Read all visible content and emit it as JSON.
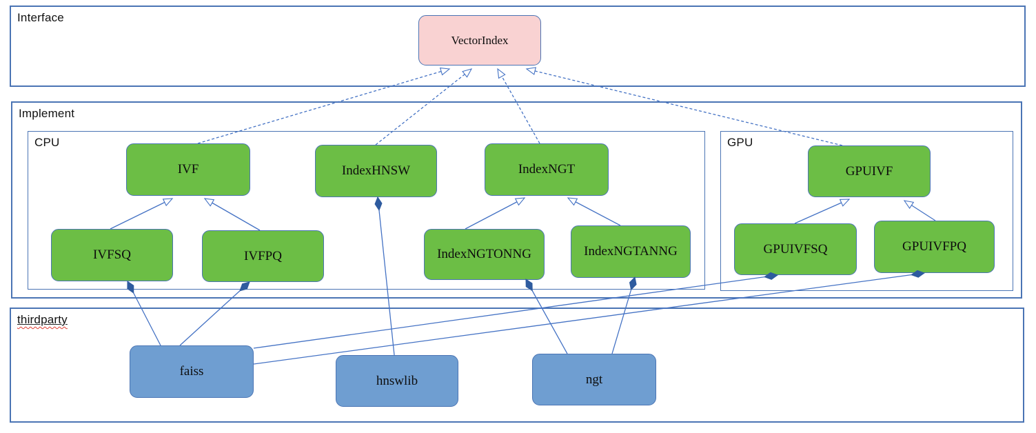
{
  "diagram": {
    "containers": {
      "interface": {
        "label": "Interface"
      },
      "implement": {
        "label": "Implement"
      },
      "cpu": {
        "label": "CPU"
      },
      "gpu": {
        "label": "GPU"
      },
      "thirdparty": {
        "label": "thirdparty"
      }
    },
    "nodes": {
      "vectorindex": {
        "label": "VectorIndex",
        "fill": "#f9d2d2"
      },
      "ivf": {
        "label": "IVF",
        "fill": "#6cbe45"
      },
      "indexhnsw": {
        "label": "IndexHNSW",
        "fill": "#6cbe45"
      },
      "indexngt": {
        "label": "IndexNGT",
        "fill": "#6cbe45"
      },
      "gpuivf": {
        "label": "GPUIVF",
        "fill": "#6cbe45"
      },
      "ivfsq": {
        "label": "IVFSQ",
        "fill": "#6cbe45"
      },
      "ivfpq": {
        "label": "IVFPQ",
        "fill": "#6cbe45"
      },
      "indexngtonng": {
        "label": "IndexNGTONNG",
        "fill": "#6cbe45"
      },
      "indexngtanng": {
        "label": "IndexNGTANNG",
        "fill": "#6cbe45"
      },
      "gpuivfsq": {
        "label": "GPUIVFSQ",
        "fill": "#6cbe45"
      },
      "gpuivfpq": {
        "label": "GPUIVFPQ",
        "fill": "#6cbe45"
      },
      "faiss": {
        "label": "faiss",
        "fill": "#6f9ed1"
      },
      "hnswlib": {
        "label": "hnswlib",
        "fill": "#6f9ed1"
      },
      "ngt": {
        "label": "ngt",
        "fill": "#6f9ed1"
      }
    },
    "relations": [
      {
        "from": "IVF",
        "to": "VectorIndex",
        "type": "realization-dashed-hollow-arrow"
      },
      {
        "from": "IndexHNSW",
        "to": "VectorIndex",
        "type": "realization-dashed-hollow-arrow"
      },
      {
        "from": "IndexNGT",
        "to": "VectorIndex",
        "type": "realization-dashed-hollow-arrow"
      },
      {
        "from": "GPUIVF",
        "to": "VectorIndex",
        "type": "realization-dashed-hollow-arrow"
      },
      {
        "from": "IVFSQ",
        "to": "IVF",
        "type": "generalization-hollow-arrow"
      },
      {
        "from": "IVFPQ",
        "to": "IVF",
        "type": "generalization-hollow-arrow"
      },
      {
        "from": "IndexNGTONNG",
        "to": "IndexNGT",
        "type": "generalization-hollow-arrow"
      },
      {
        "from": "IndexNGTANNG",
        "to": "IndexNGT",
        "type": "generalization-hollow-arrow"
      },
      {
        "from": "GPUIVFSQ",
        "to": "GPUIVF",
        "type": "generalization-hollow-arrow"
      },
      {
        "from": "GPUIVFPQ",
        "to": "GPUIVF",
        "type": "generalization-hollow-arrow"
      },
      {
        "from": "IVFSQ",
        "to": "faiss",
        "type": "composition-filled-diamond"
      },
      {
        "from": "IVFPQ",
        "to": "faiss",
        "type": "composition-filled-diamond"
      },
      {
        "from": "IndexHNSW",
        "to": "hnswlib",
        "type": "composition-filled-diamond"
      },
      {
        "from": "IndexNGTONNG",
        "to": "ngt",
        "type": "composition-filled-diamond"
      },
      {
        "from": "IndexNGTANNG",
        "to": "ngt",
        "type": "composition-filled-diamond"
      },
      {
        "from": "GPUIVFSQ",
        "to": "faiss",
        "type": "composition-filled-diamond"
      },
      {
        "from": "GPUIVFPQ",
        "to": "faiss",
        "type": "composition-filled-diamond"
      }
    ],
    "colors": {
      "container_border": "#4a74b4",
      "node_border": "#4a74b4",
      "line": "#4472c4",
      "diamond_fill": "#2e5b9f",
      "green_fill": "#6cbe45",
      "blue_fill": "#6f9ed1",
      "pink_fill": "#f9d2d2",
      "squiggle": "#e03c31"
    }
  }
}
